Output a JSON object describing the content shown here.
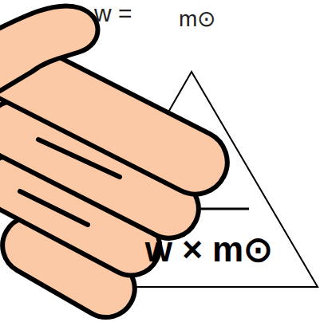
{
  "diagram": {
    "nodes": [
      {
        "text": [
          "w × m⊙"
        ]
      }
    ],
    "labels": [
      "w =",
      "m⊙"
    ]
  }
}
